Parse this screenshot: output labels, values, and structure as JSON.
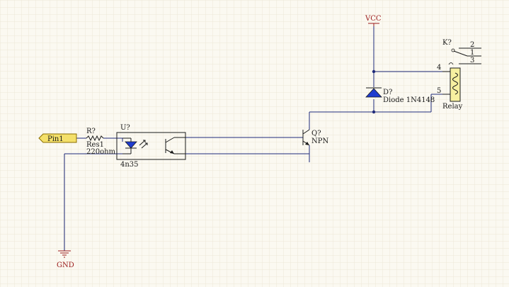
{
  "colors": {
    "background": "#fbf9f1",
    "grid": "#ece7d8",
    "wire": "#1f2a7a",
    "component": "#1a1a1a",
    "power": "#9b1b1b",
    "diode_fill": "#1f3ccf",
    "port_fill": "#f4e06a",
    "relay_coil_fill": "#f7f0a0",
    "text": "#1f2a7a"
  },
  "ports": {
    "pin1": "Pin1"
  },
  "power": {
    "vcc": "VCC",
    "gnd": "GND"
  },
  "components": {
    "resistor": {
      "designator": "R?",
      "comment": "Res1",
      "value": "220ohm"
    },
    "optocoupler": {
      "designator": "U?",
      "comment": "4n35"
    },
    "transistor": {
      "designator": "Q?",
      "comment": "NPN"
    },
    "diode": {
      "designator": "D?",
      "comment": "Diode 1N4148"
    },
    "relay": {
      "designator": "K?",
      "comment": "Relay",
      "pins": {
        "p1": "1",
        "p2": "2",
        "p3": "3",
        "p4": "4",
        "p5": "5"
      }
    }
  }
}
